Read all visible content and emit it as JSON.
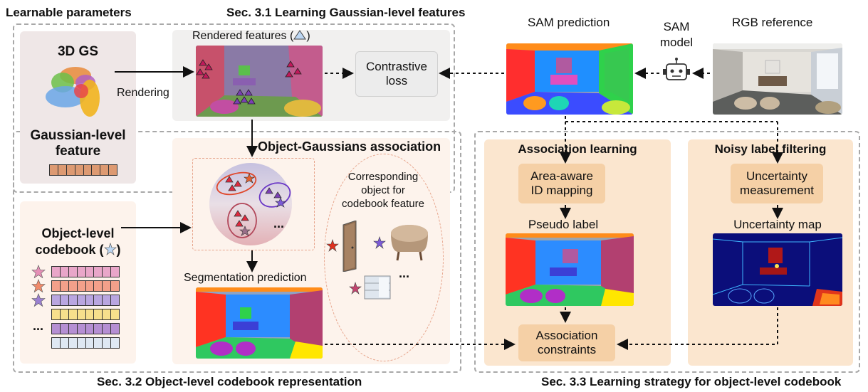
{
  "labels": {
    "learnable": "Learnable parameters",
    "sec31": "Sec. 3.1  Learning Gaussian-level features",
    "sec32": "Sec. 3.2  Object-level codebook representation",
    "sec33": "Sec. 3.3 Learning strategy for object-level codebook",
    "gs3d": "3D GS",
    "gfeat_line1": "Gaussian-level",
    "gfeat_line2": "feature",
    "rendering": "Rendering",
    "rendered_features": "Rendered features (",
    "rendered_features_close": ")",
    "contrastive_line1": "Contrastive",
    "contrastive_line2": "loss",
    "sam_prediction": "SAM prediction",
    "sam_model_line1": "SAM",
    "sam_model_line2": "model",
    "rgb_reference": "RGB reference",
    "obj_gauss_assoc": "Object-Gaussians association",
    "codebook_line1": "Object-level",
    "codebook_line2": "codebook (",
    "codebook_close": ")",
    "corr_line1": "Corresponding",
    "corr_line2": "object for",
    "corr_line3": "codebook feature",
    "ellipsis": "...",
    "seg_prediction": "Segmentation prediction",
    "assoc_learning": "Association learning",
    "area_line1": "Area-aware",
    "area_line2": "ID mapping",
    "pseudo_label": "Pseudo label",
    "assoc_con_line1": "Association",
    "assoc_con_line2": "constraints",
    "noisy_filter": "Noisy label filtering",
    "unc_line1": "Uncertainty",
    "unc_line2": "measurement",
    "unc_map": "Uncertainty map"
  },
  "colors": {
    "panel_gray": "#f1f0ef",
    "panel_cream": "#fdf3ec",
    "panel_orange": "#fbe6cf",
    "node_orange": "#f5d0a6",
    "dash_border": "#a8a8a8"
  },
  "codebook_rows": [
    {
      "star": "#e58fb6",
      "fill": "#e9a6c9"
    },
    {
      "star": "#f08a6a",
      "fill": "#f3a08a"
    },
    {
      "star": "#9a7fd0",
      "fill": "#b9a6e0"
    },
    {
      "star": "",
      "fill": "#f7e08c"
    },
    {
      "star": "",
      "fill": "#b58fd3"
    },
    {
      "star": "",
      "fill": "#dfe8f3"
    }
  ]
}
